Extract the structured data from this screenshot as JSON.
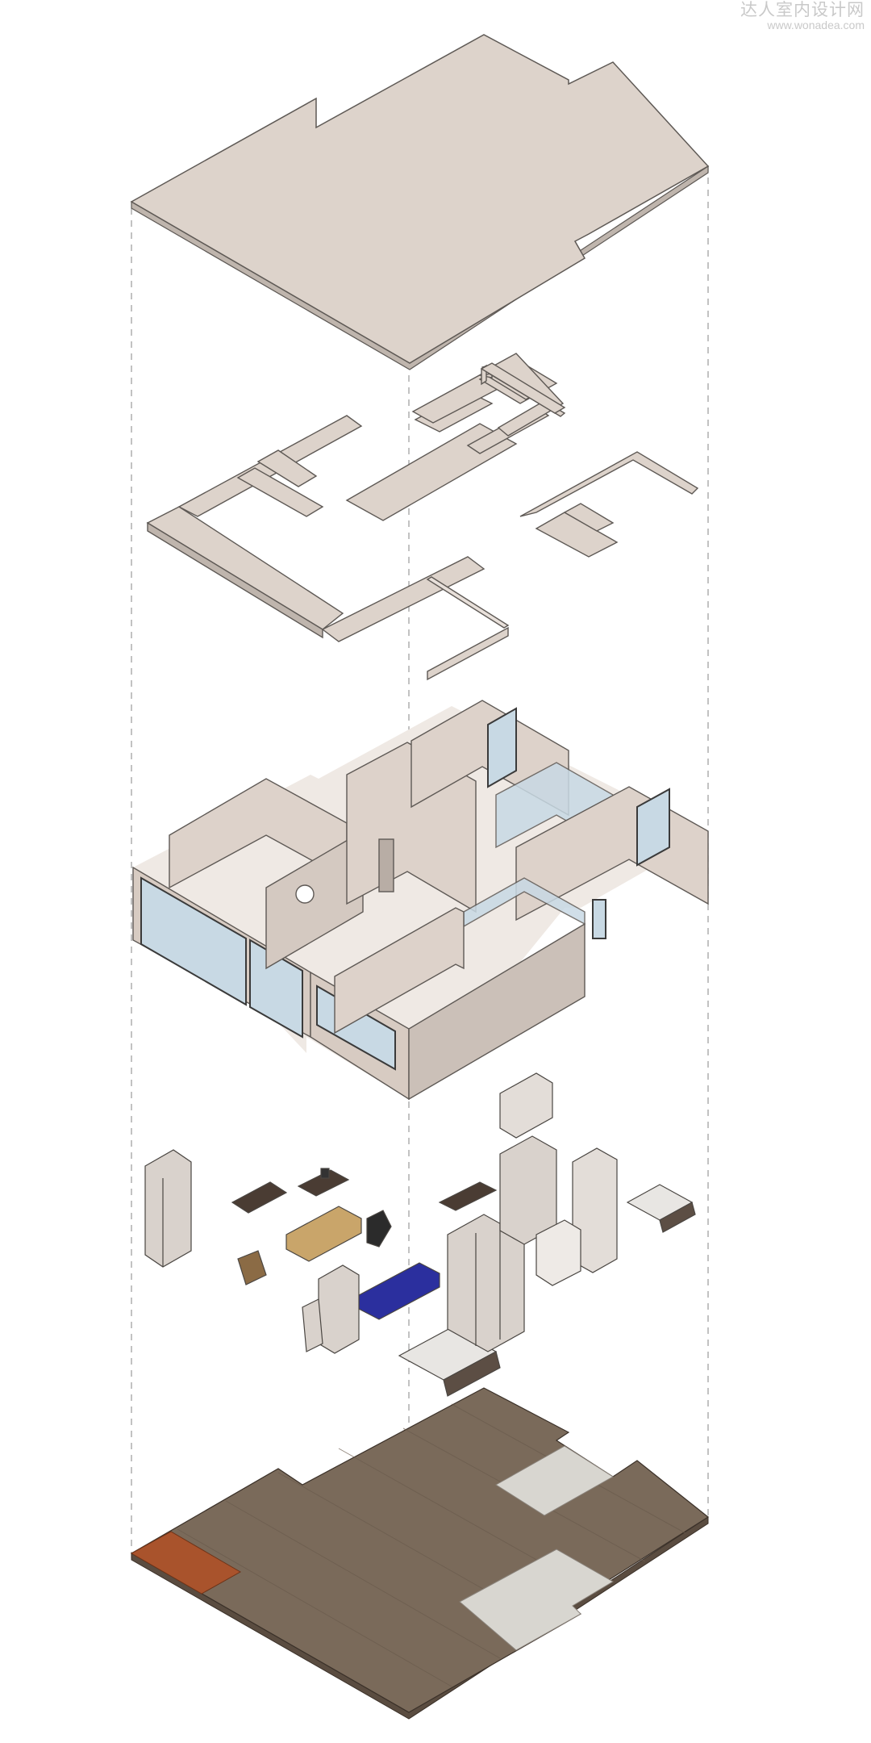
{
  "watermark": {
    "name": "达人室内设计网",
    "url": "www.wonadea.com"
  },
  "colors": {
    "slab_top": "#ddd3cb",
    "slab_side": "#bfb5ad",
    "wall_face": "#ddd2ca",
    "wall_side": "#c9bfb7",
    "glass": "#c8d9e4",
    "floor_wood": "#7a6a5a",
    "floor_tile": "#d8d6d0",
    "floor_terracotta": "#a9532c",
    "furniture_blue": "#2b2f9e",
    "sofa": "#c9a56a",
    "line": "#5e5955",
    "guide": "#9a9a9a"
  },
  "layers": [
    "ceiling",
    "beams",
    "walls",
    "furniture",
    "floor"
  ]
}
